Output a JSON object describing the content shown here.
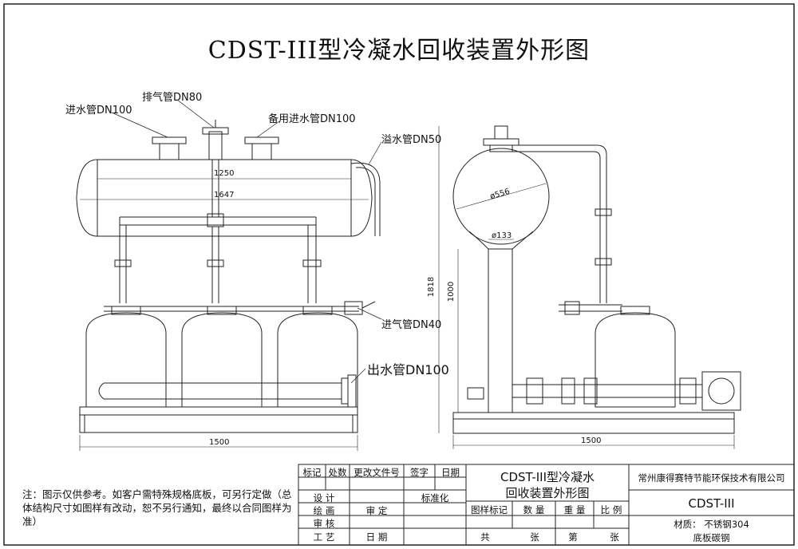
{
  "title": "CDST-III型冷凝水回收装置外形图",
  "callouts": {
    "inlet": "进水管DN100",
    "exhaust": "排气管DN80",
    "standby_inlet": "备用进水管DN100",
    "overflow": "溢水管DN50",
    "air_inlet": "进气管DN40",
    "outlet": "出水管DN100"
  },
  "dimensions": {
    "d1250": "1250",
    "d1647": "1647",
    "d1500_left": "1500",
    "d1500_right": "1500",
    "d556": "ø556",
    "d133": "ø133",
    "d1818": "1818",
    "d1000": "1000"
  },
  "note": "注：图示仅供参考。如客户需特殊规格底板，可另行定做（总体结构尺寸如图样有改动，恕不另行通知，最终以合同图样为准）",
  "title_block": {
    "row1": [
      "标记",
      "处数",
      "更改文件号",
      "签字",
      "日期"
    ],
    "design": "设 计",
    "standard": "标准化",
    "drawing": "绘 画",
    "review": "审 定",
    "check": "审 核",
    "process": "工 艺",
    "date": "日 期",
    "product_name_1": "CDST-III型冷凝水",
    "product_name_2": "回收装置外形图",
    "pattern_mark": "图样标记",
    "quantity": "数 量",
    "weight": "重 量",
    "scale": "比 例",
    "total": "共",
    "sheets": "张",
    "sheet_no": "第",
    "sheets2": "张",
    "company": "常州康得赛特节能环保技术有限公司",
    "model": "CDST-III",
    "material_1": "材质：  不锈钢304",
    "material_2": "底板碳钢"
  }
}
